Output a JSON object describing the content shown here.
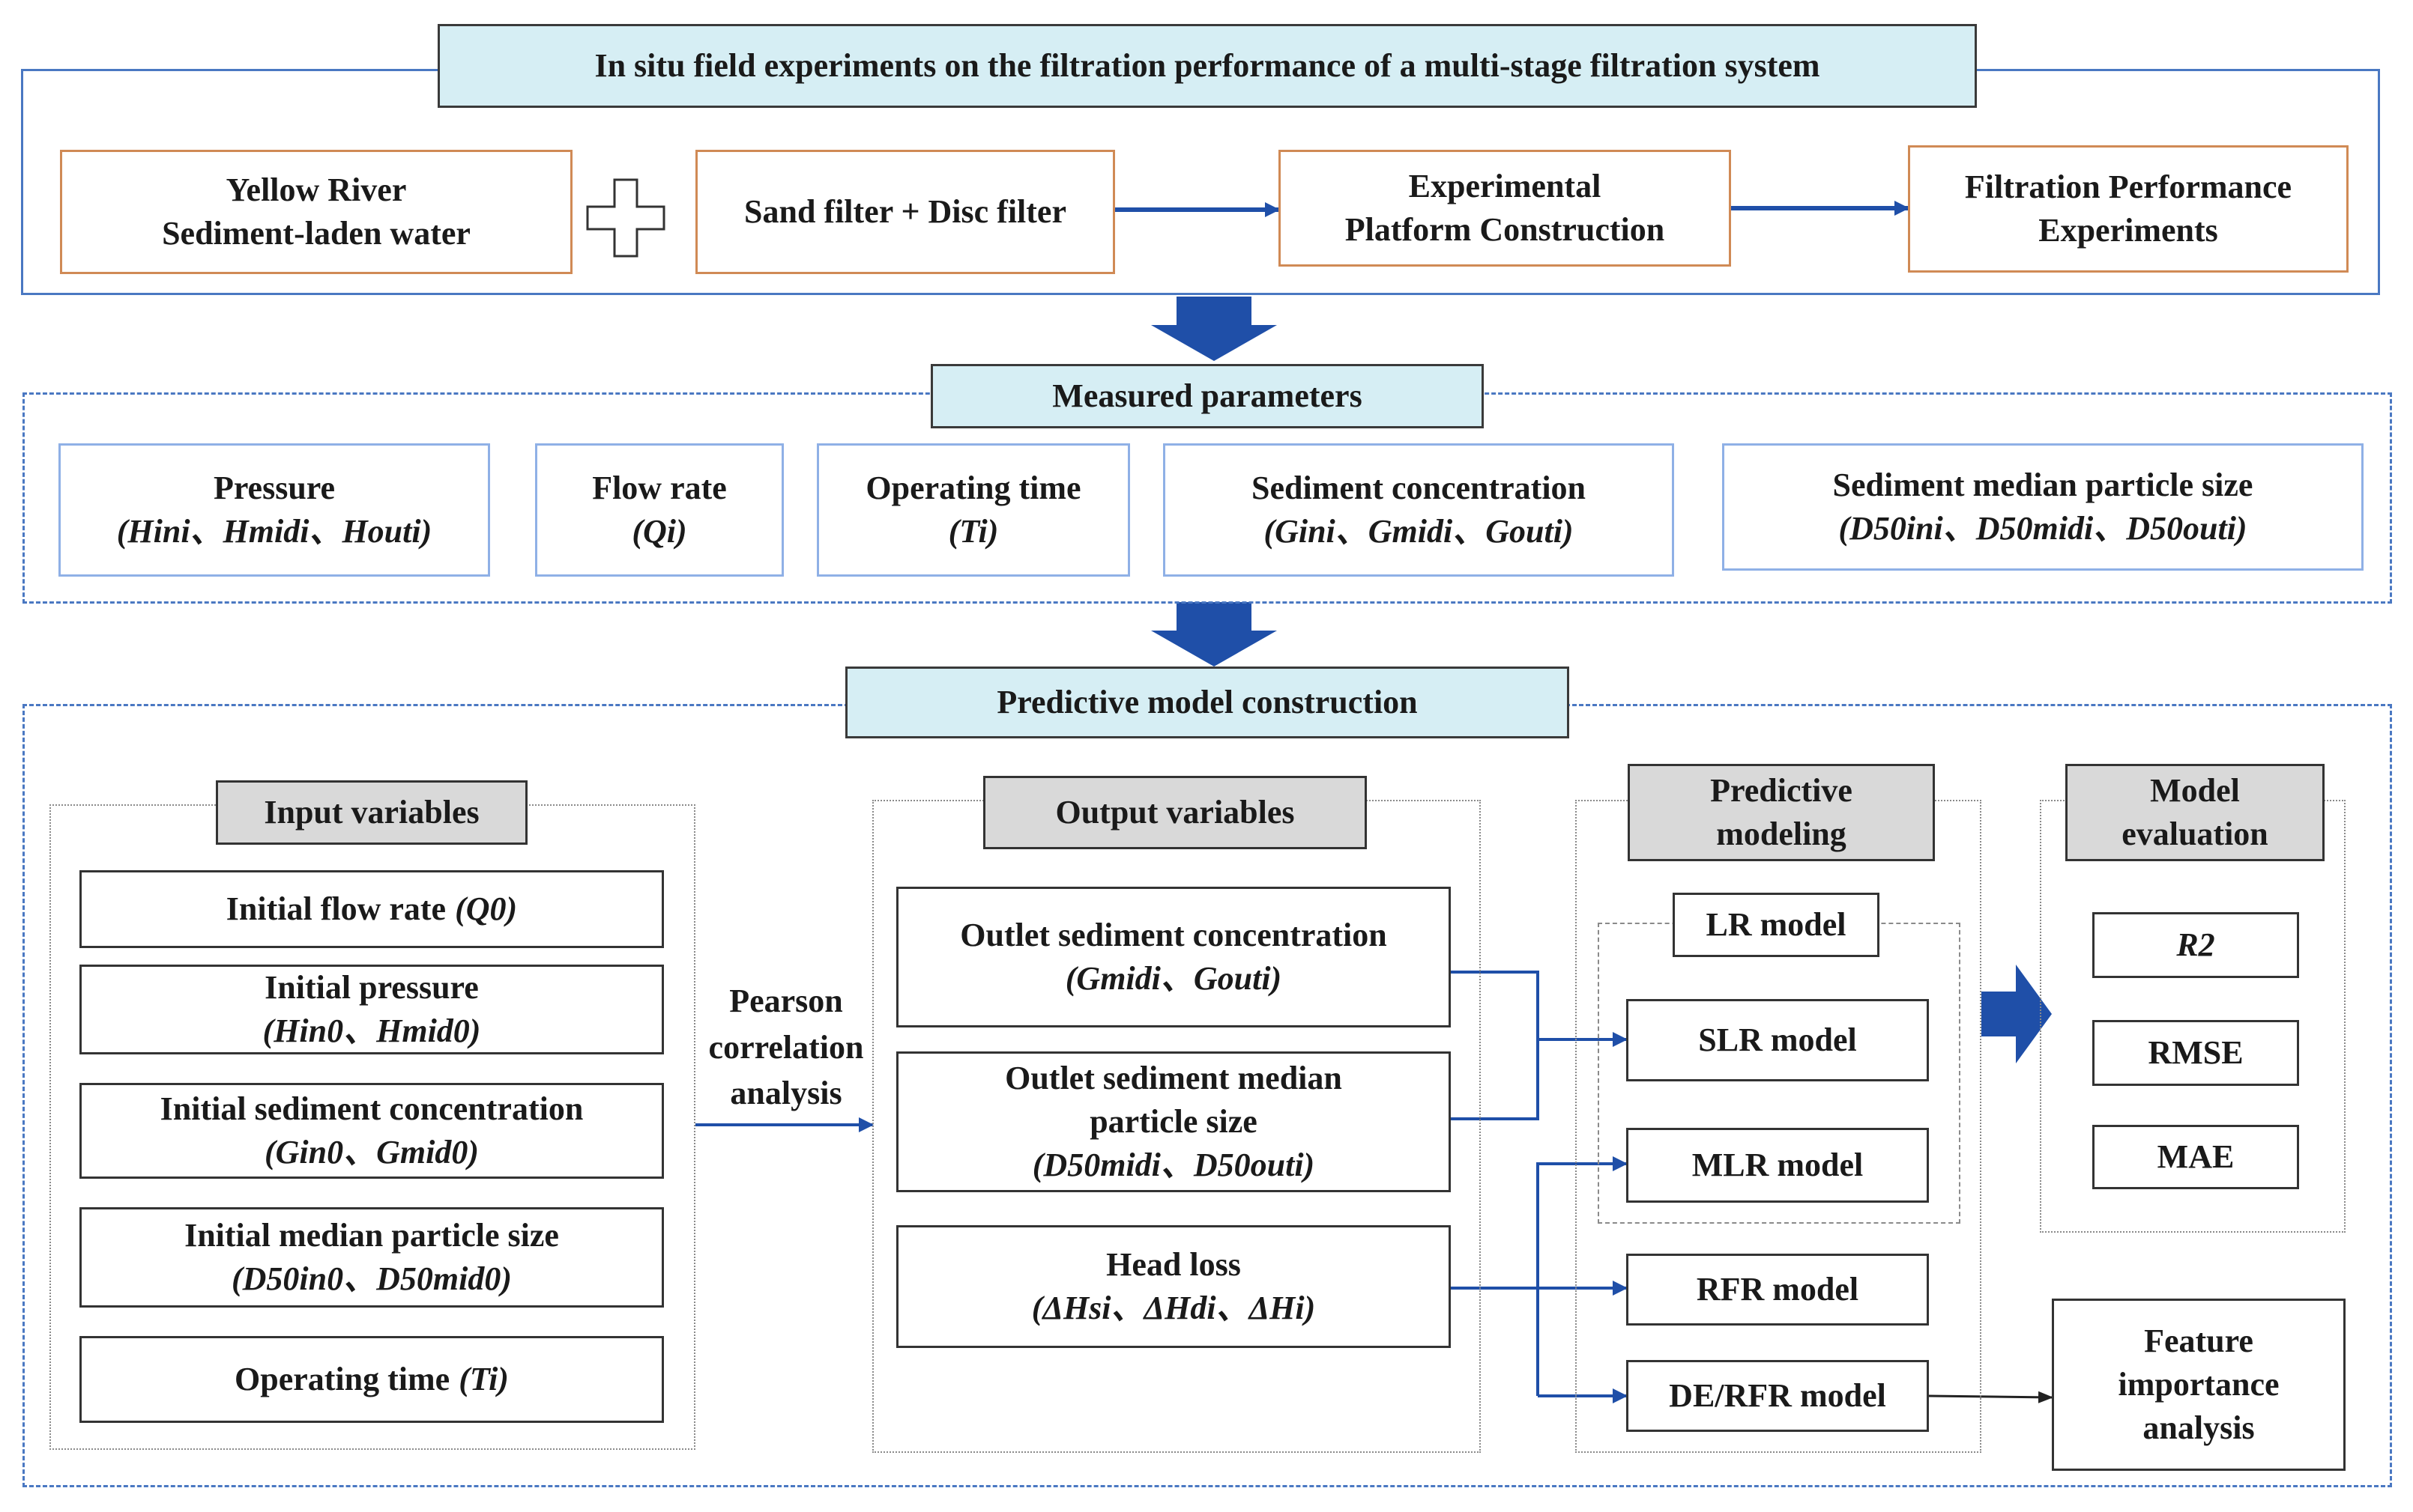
{
  "section1": {
    "title": "In situ field experiments on the filtration performance of a multi-stage filtration system",
    "items": {
      "water": [
        "Yellow River",
        "Sediment-laden water"
      ],
      "filters": "Sand filter + Disc filter",
      "platform": [
        "Experimental",
        "Platform Construction"
      ],
      "experiments": [
        "Filtration Performance",
        "Experiments"
      ]
    }
  },
  "section2": {
    "title": "Measured parameters",
    "params": [
      {
        "name": "Pressure",
        "symbols": "(Hini、Hmidi、Houti)"
      },
      {
        "name": "Flow rate",
        "symbols": "(Qi)"
      },
      {
        "name": "Operating time",
        "symbols": "(Ti)"
      },
      {
        "name": "Sediment concentration",
        "symbols": "(Gini、Gmidi、Gouti)"
      },
      {
        "name": "Sediment median particle size",
        "symbols": "(D50ini、D50midi、D50outi)"
      }
    ]
  },
  "section3": {
    "title": "Predictive model construction",
    "input_header": "Input variables",
    "inputs": [
      {
        "name": "Initial flow rate",
        "symbols": "(Q0)"
      },
      {
        "name": "Initial pressure",
        "symbols": "(Hin0、Hmid0)"
      },
      {
        "name": "Initial sediment concentration",
        "symbols": "(Gin0、Gmid0)"
      },
      {
        "name": "Initial median particle size",
        "symbols": "(D50in0、D50mid0)"
      },
      {
        "name": "Operating time",
        "symbols": "(Ti)"
      }
    ],
    "pearson": [
      "Pearson",
      "correlation",
      "analysis"
    ],
    "output_header": "Output variables",
    "outputs": [
      {
        "name": "Outlet sediment concentration",
        "symbols": "(Gmidi、Gouti)"
      },
      {
        "name": [
          "Outlet sediment median",
          "particle size"
        ],
        "symbols": "(D50midi、D50outi)"
      },
      {
        "name": "Head loss",
        "symbols": "(ΔHsi、ΔHdi、ΔHi)"
      }
    ],
    "modeling_header": [
      "Predictive",
      "modeling"
    ],
    "models": [
      "LR model",
      "SLR model",
      "MLR model",
      "RFR model",
      "DE/RFR model"
    ],
    "evaluation_header": [
      "Model",
      "evaluation"
    ],
    "metrics": [
      "R2",
      "RMSE",
      "MAE"
    ],
    "feature": [
      "Feature",
      "importance",
      "analysis"
    ]
  },
  "colors": {
    "title_fill": "#d6eef4",
    "arrow_blue": "#1f4fa8",
    "frame_blue": "#4a78c2",
    "orange_border": "#d08a55",
    "param_border": "#8fb0e6",
    "header_gray": "#d9d9d9"
  }
}
